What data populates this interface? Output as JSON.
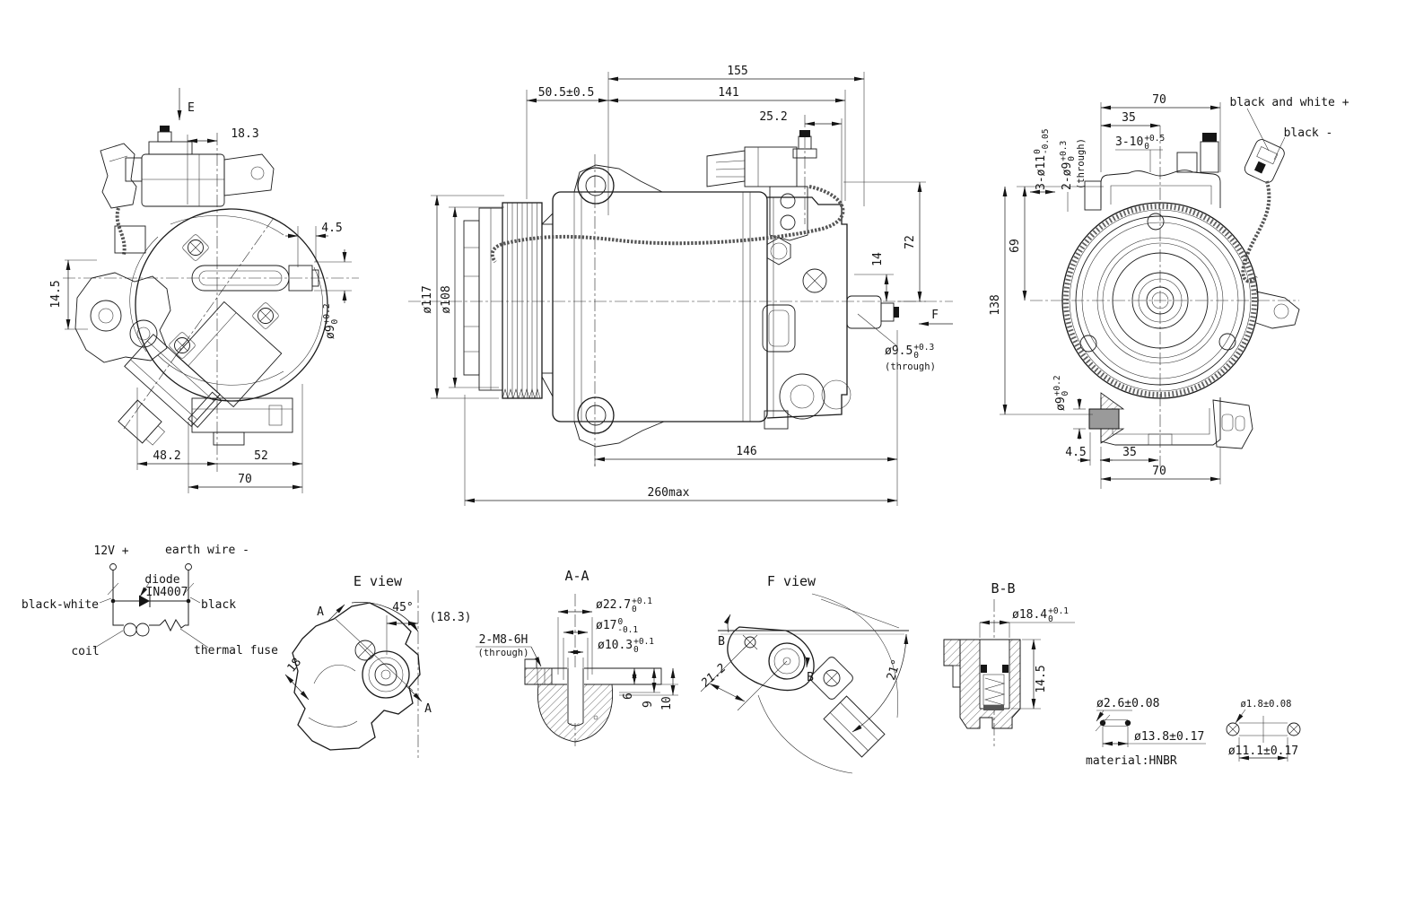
{
  "side_view": {
    "view_arrow": "E",
    "d_183": "18.3",
    "d_45": "4.5",
    "d_145": "14.5",
    "shaft": {
      "v": "ø9",
      "sup": "+0.2",
      "sub": "0"
    },
    "d_482": "48.2",
    "d_52": "52",
    "d_70": "70"
  },
  "front_view": {
    "d_155": "155",
    "d_141": "141",
    "d_505": "50.5±0.5",
    "d_252": "25.2",
    "d_72": "72",
    "d_14": "14",
    "d_117": "ø117",
    "d_108": "ø108",
    "view_arrow": "F",
    "port": {
      "v": "ø9.5",
      "sup": "+0.3",
      "sub": "0",
      "note": "(through)"
    },
    "d_146": "146",
    "d_260": "260max"
  },
  "rear_view": {
    "d_70_top": "70",
    "d_35_top": "35",
    "slots": {
      "v": "3-10",
      "sup": "+0.5",
      "sub": "0"
    },
    "holes_11": {
      "v": "3-ø11",
      "sup": "0",
      "sub": "-0.05"
    },
    "holes_9": {
      "v": "2-ø9",
      "sup": "+0.3",
      "sub": "0",
      "note": "(through)"
    },
    "lead_positive": "black and white +",
    "lead_negative": "black -",
    "d_69": "69",
    "d_138": "138",
    "shaft": {
      "v": "ø9",
      "sup": "+0.2",
      "sub": "0"
    },
    "d_45": "4.5",
    "d_35_bot": "35",
    "d_70_bot": "70"
  },
  "circuit": {
    "supply": "12V +",
    "earth": "earth wire -",
    "diode_name": "diode",
    "diode_part": "IN4007",
    "lead_left": "black-white",
    "lead_right": "black",
    "coil": "coil",
    "fuse": "thermal fuse"
  },
  "e_view": {
    "title": "E view",
    "angle": "45°",
    "ref": "(18.3)",
    "d_18": "18",
    "cut_label": "A"
  },
  "section_aa": {
    "title": "A-A",
    "bore1": {
      "v": "ø22.7",
      "sup": "+0.1",
      "sub": "0"
    },
    "bore2": {
      "v": "ø17",
      "sup": "0",
      "sub": "-0.1"
    },
    "bore3": {
      "v": "ø10.3",
      "sup": "+0.1",
      "sub": "0"
    },
    "thread": "2-M8-6H",
    "thread_note": "(through)",
    "d_6": "6",
    "d_9": "9",
    "d_10": "10"
  },
  "f_view": {
    "title": "F view",
    "d_212": "21.2",
    "angle": "21°",
    "cut_label": "B"
  },
  "section_bb": {
    "title": "B-B",
    "bore": {
      "v": "ø18.4",
      "sup": "+0.1",
      "sub": "0"
    },
    "d_145": "14.5"
  },
  "oring_13": {
    "cs": "ø2.6±0.08",
    "id": "ø13.8±0.17",
    "material": "material:HNBR"
  },
  "oring_11": {
    "cs": "ø1.8±0.08",
    "id": "ø11.1±0.17"
  }
}
